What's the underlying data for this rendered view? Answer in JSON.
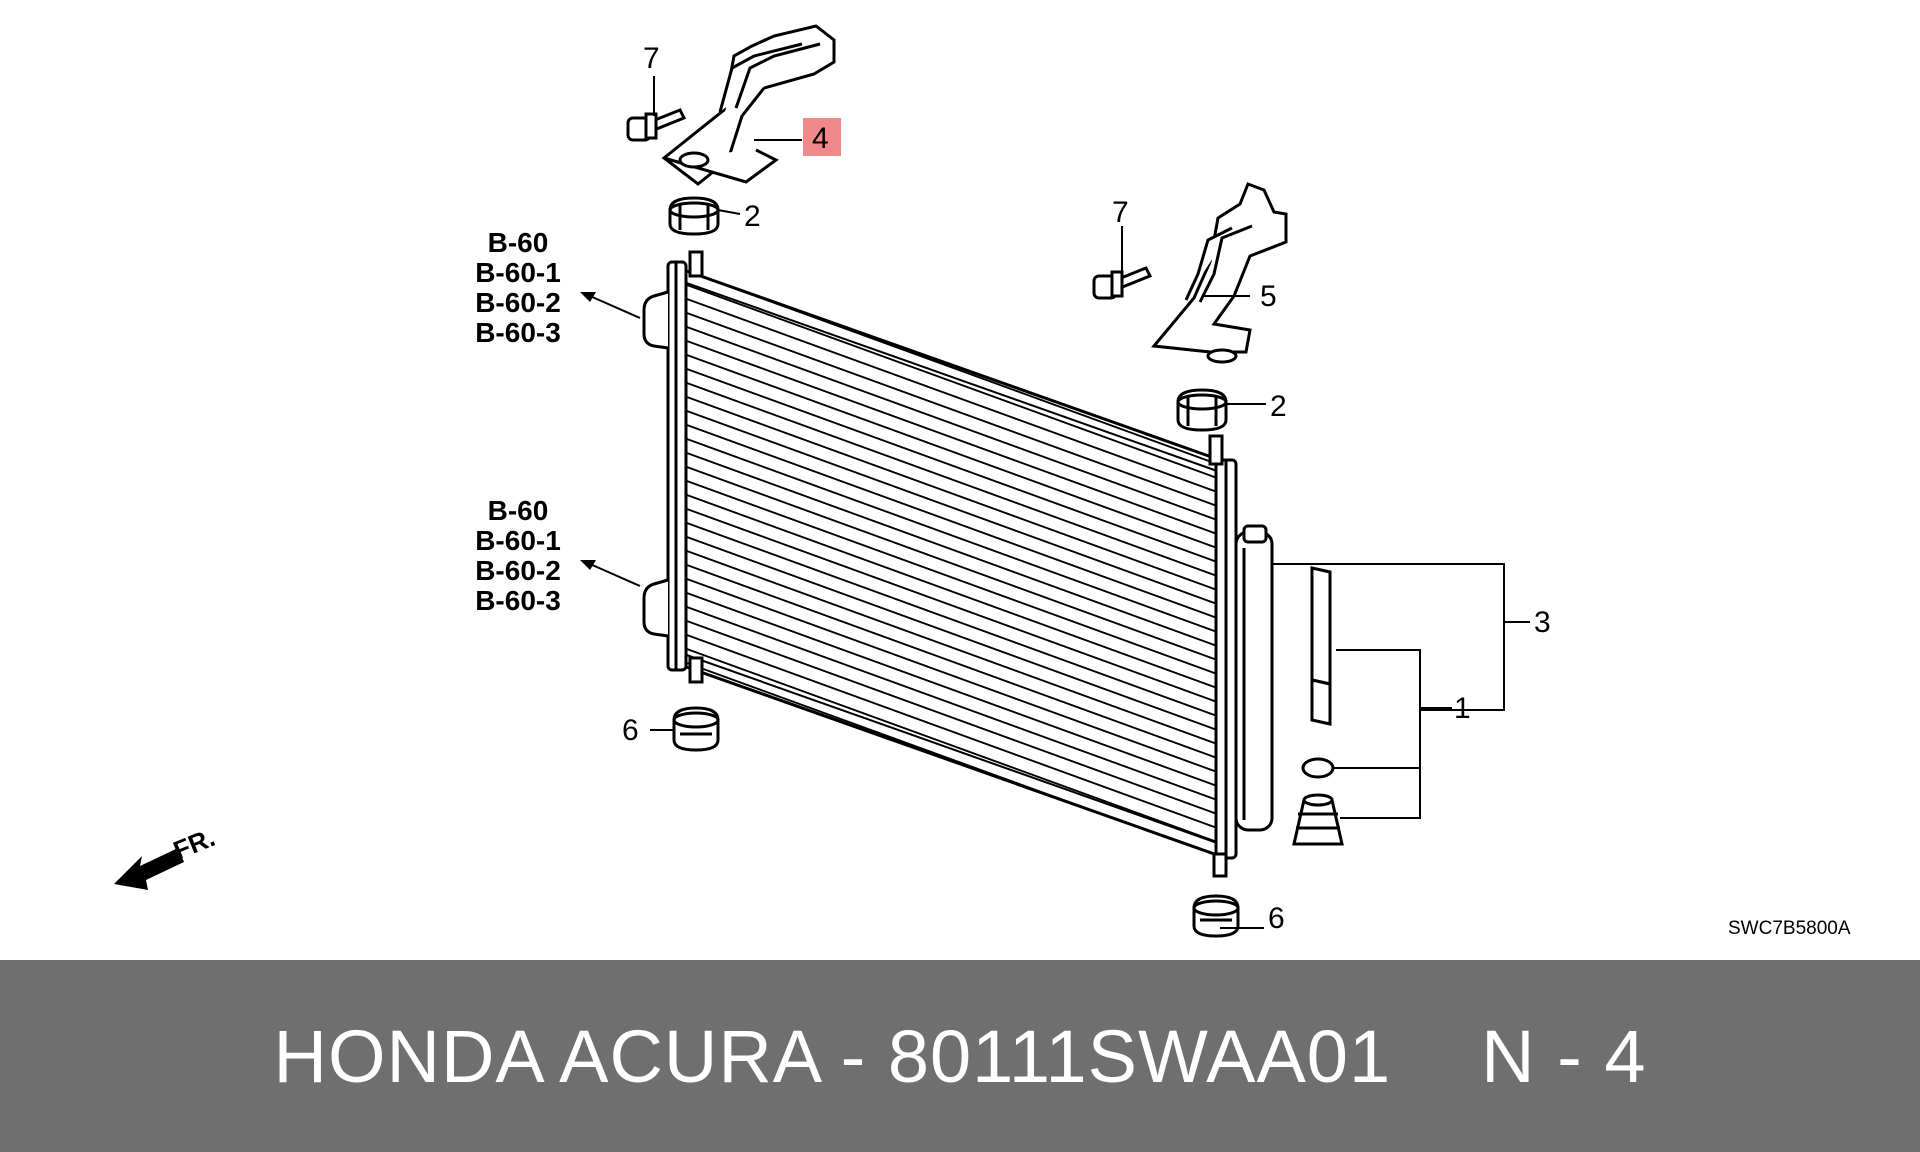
{
  "diagram": {
    "callouts": {
      "c7a": "7",
      "c4": "4",
      "c2a": "2",
      "c7b": "7",
      "c5": "5",
      "c2b": "2",
      "c3": "3",
      "c1": "1",
      "c6a": "6",
      "c6b": "6"
    },
    "highlighted_part": "4",
    "highlight_color": "#f08a8a",
    "refs_upper": [
      "B-60",
      "B-60-1",
      "B-60-2",
      "B-60-3"
    ],
    "refs_lower": [
      "B-60",
      "B-60-1",
      "B-60-2",
      "B-60-3"
    ],
    "front_marker": "FR.",
    "diagram_code": "SWC7B5800A"
  },
  "footer": {
    "part_text": "HONDA ACURA - 80111SWAA01",
    "page_text": "N - 4",
    "background": "#6f6f6f"
  }
}
